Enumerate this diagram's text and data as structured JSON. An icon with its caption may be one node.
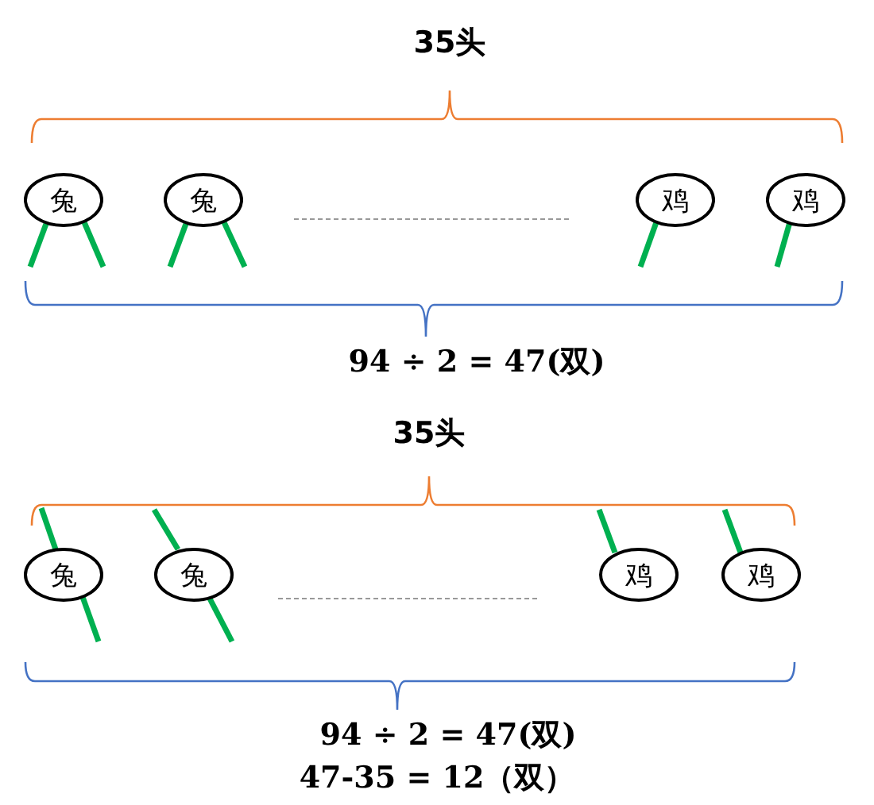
{
  "diagram": {
    "nodes": [
      {
        "text": [
          "兔"
        ]
      },
      {
        "text": [
          "兔"
        ]
      },
      {
        "text": [
          "鸡"
        ]
      },
      {
        "text": [
          "鸡"
        ]
      },
      {
        "text": [
          "兔"
        ]
      },
      {
        "text": [
          "兔"
        ]
      },
      {
        "text": [
          "鸡"
        ]
      },
      {
        "text": [
          "鸡"
        ]
      }
    ],
    "labels": [
      "35头",
      "94 ÷ 2 = 47(双)",
      "35头",
      "94 ÷ 2 = 47(双)",
      "47-35 = 12（双）"
    ]
  }
}
